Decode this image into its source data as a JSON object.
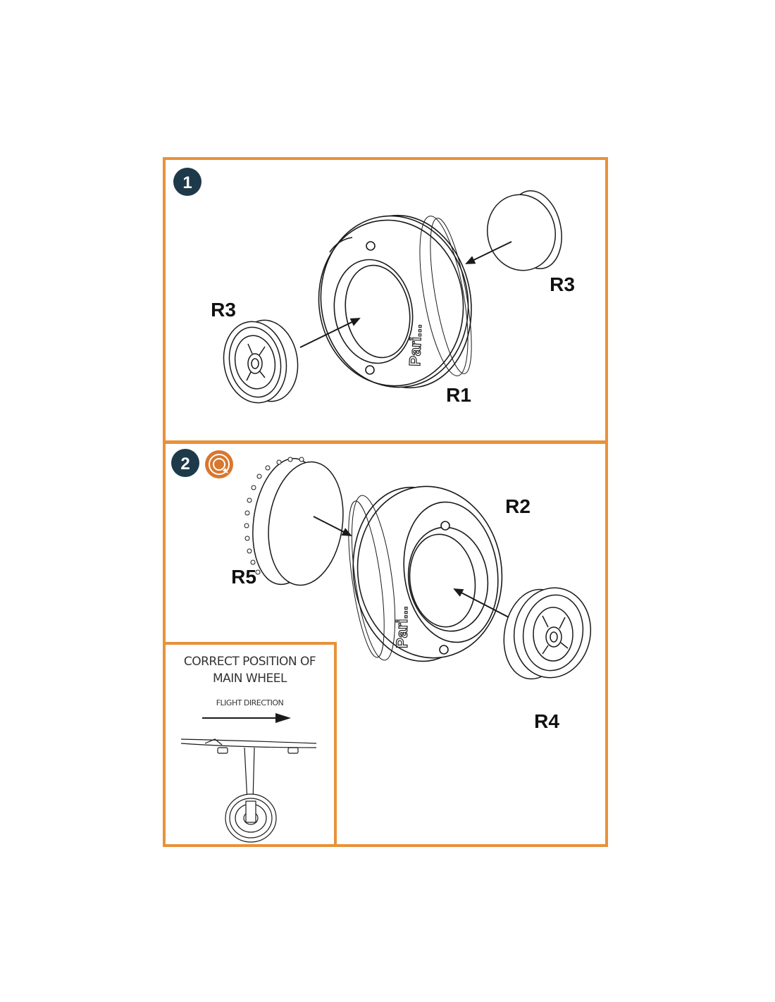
{
  "colors": {
    "panel_border": "#e8913a",
    "step_badge": "#1e3a4a",
    "tool_badge": "#d9772e",
    "line": "#1a1a1a"
  },
  "step1": {
    "number": "1",
    "parts": {
      "hub_left": "R3",
      "hub_right": "R3",
      "tire": "R1"
    },
    "tire_brand": "Pari..."
  },
  "step2": {
    "number": "2",
    "tool_icon": "rotate-cement-icon",
    "parts": {
      "hub_cap": "R5",
      "tire": "R2",
      "hub": "R4"
    },
    "tire_brand": "Pari..."
  },
  "inset": {
    "title_line1": "CORRECT POSITION OF",
    "title_line2": "MAIN WHEEL",
    "flight_label": "FLIGHT DIRECTION"
  }
}
